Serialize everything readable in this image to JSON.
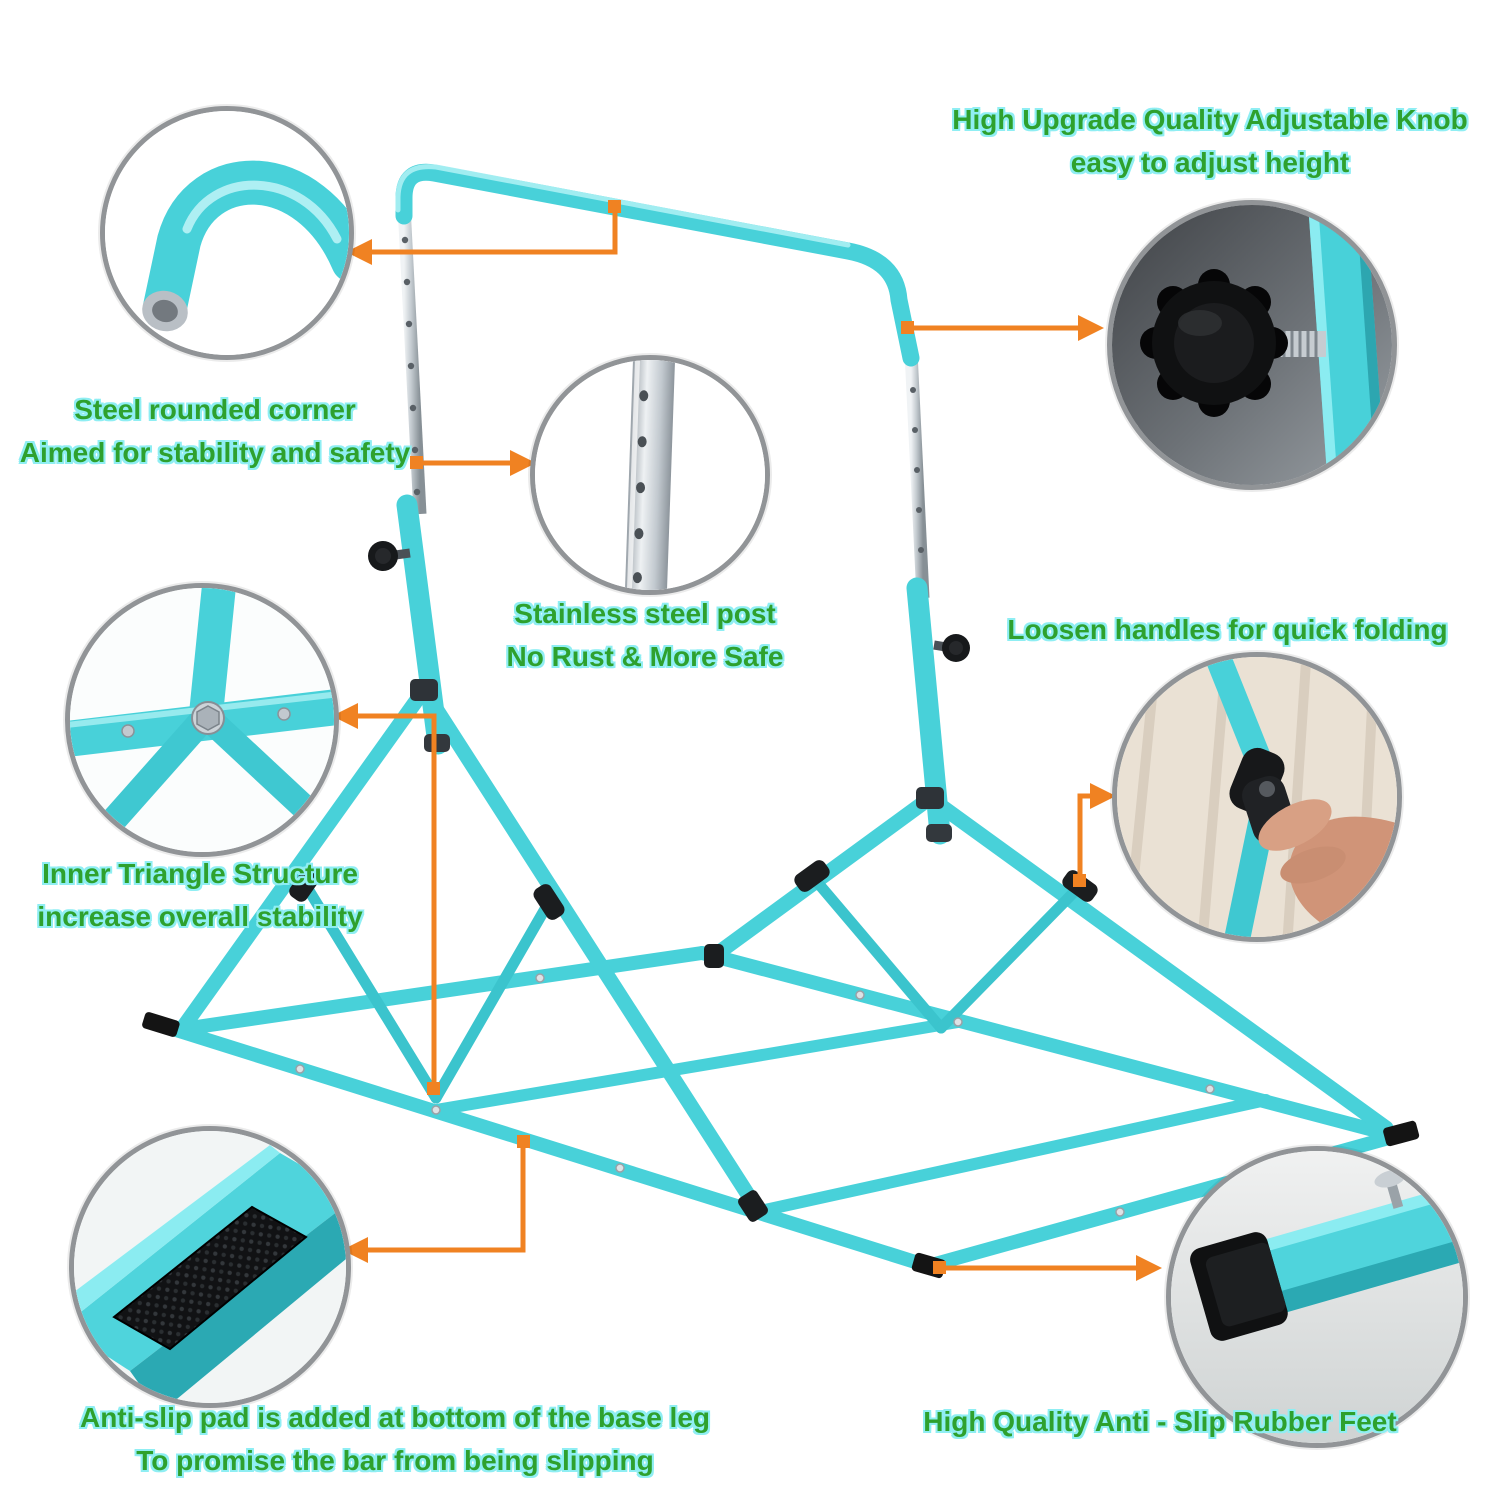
{
  "colors": {
    "teal": "#48d1d9",
    "teal_dark": "#2ba9b3",
    "teal_highlight": "#8becf1",
    "orange": "#f08222",
    "green_text": "#2ea12e",
    "cyan_text_outline": "#8feef3",
    "chrome": "#c4cbd0",
    "black_parts": "#141414",
    "circle_ring": "#919497"
  },
  "callouts": {
    "knob": {
      "line1": "High Upgrade Quality Adjustable Knob",
      "line2": "easy to adjust height"
    },
    "corner": {
      "line1": "Steel rounded corner",
      "line2": "Aimed for stability and safety"
    },
    "post": {
      "line1": "Stainless steel post",
      "line2": "No Rust & More Safe"
    },
    "handles": {
      "line1": "Loosen handles for quick folding"
    },
    "triangle": {
      "line1": "Inner Triangle Structure",
      "line2": "increase overall stability"
    },
    "antislip": {
      "line1": "Anti-slip pad is added at bottom of the base leg",
      "line2": "To promise the bar from being slipping"
    },
    "feet": {
      "line1": "High Quality Anti - Slip Rubber Feet"
    }
  }
}
